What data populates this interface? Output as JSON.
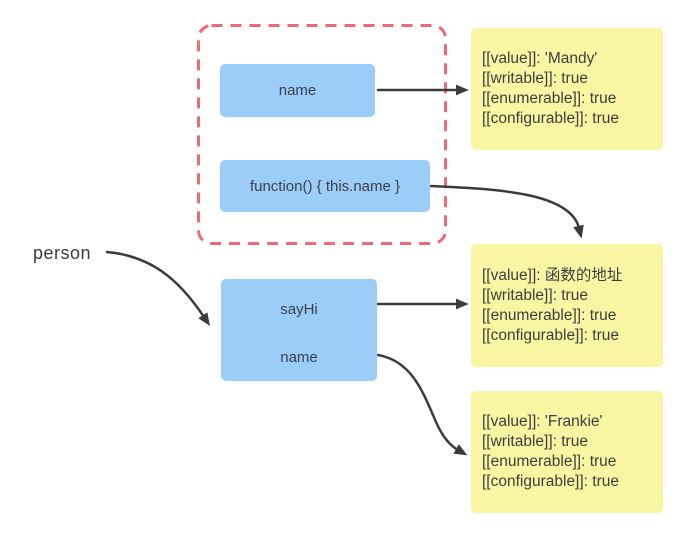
{
  "diagram": {
    "person_label": "person",
    "boxes": {
      "name_box": {
        "label": "name"
      },
      "function_box": {
        "label": "function() { this.name }"
      },
      "sayhi_box": {
        "label_top": "sayHi",
        "label_bottom": "name"
      }
    },
    "descriptors": [
      {
        "lines": [
          "[[value]]: 'Mandy'",
          "[[writable]]: true",
          "[[enumerable]]: true",
          "[[configurable]]: true"
        ]
      },
      {
        "lines": [
          "[[value]]: 函数的地址",
          "[[writable]]: true",
          "[[enumerable]]: true",
          "[[configurable]]: true"
        ]
      },
      {
        "lines": [
          "[[value]]: 'Frankie'",
          "[[writable]]: true",
          "[[enumerable]]: true",
          "[[configurable]]: true"
        ]
      }
    ]
  },
  "colors": {
    "box_blue": "#9ccdf8",
    "box_yellow": "#f9f6a3",
    "dashed_border": "#ee6a72",
    "arrow": "#3b3b3b",
    "box_text": "#38414b",
    "desc_text": "#3d3d3d"
  }
}
